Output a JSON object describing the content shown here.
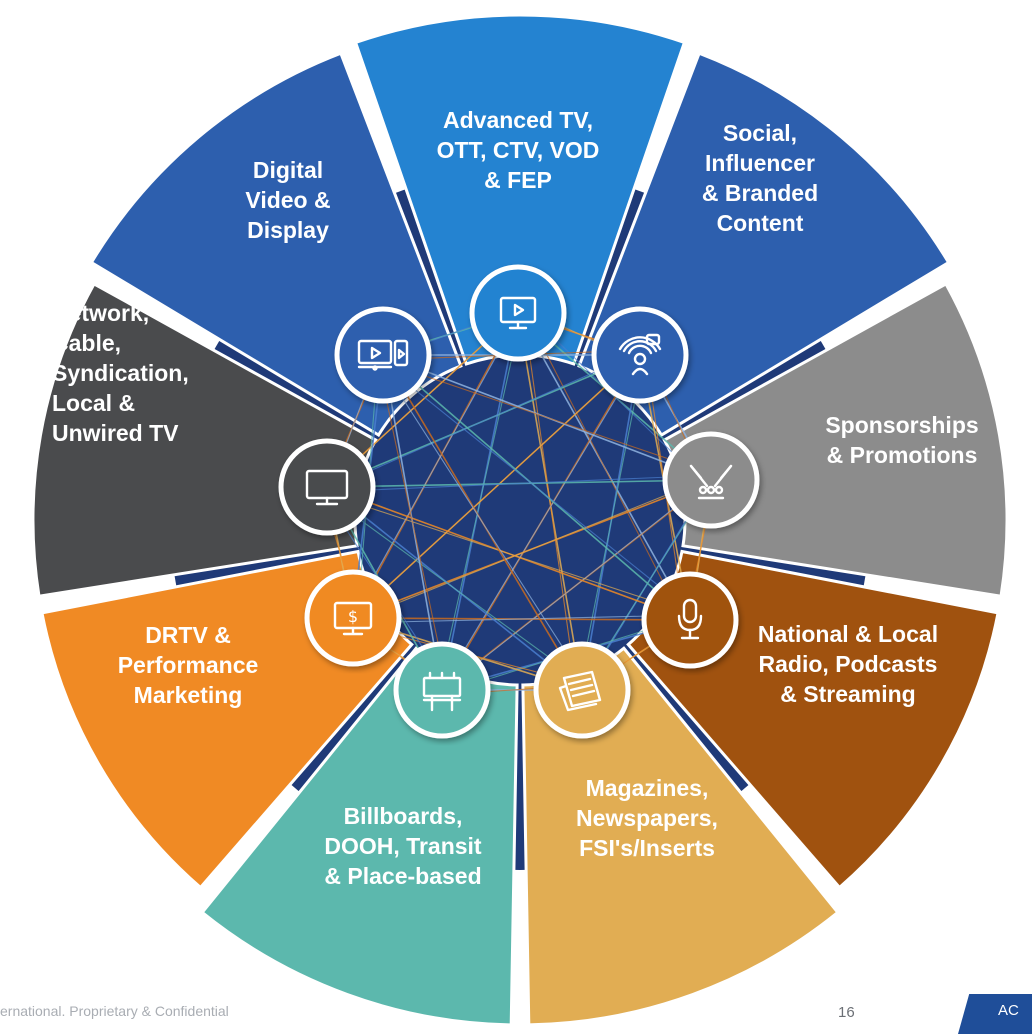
{
  "segments": [
    {
      "id": "advanced-tv",
      "lines": [
        "Advanced TV,",
        "OTT, CTV, VOD",
        "& FEP"
      ],
      "color": "#2483d1",
      "icon": "tv-play-icon"
    },
    {
      "id": "social",
      "lines": [
        "Social,",
        "Influencer",
        "& Branded",
        "Content"
      ],
      "color": "#2d5fae",
      "icon": "social-broadcast-icon"
    },
    {
      "id": "sponsorships",
      "lines": [
        "Sponsorships",
        "& Promotions"
      ],
      "color": "#8c8c8c",
      "icon": "sponsorship-stage-icon"
    },
    {
      "id": "radio",
      "lines": [
        "National & Local",
        "Radio, Podcasts",
        "& Streaming"
      ],
      "color": "#a0520f",
      "icon": "microphone-icon"
    },
    {
      "id": "magazines",
      "lines": [
        "Magazines,",
        "Newspapers,",
        "FSI's/Inserts"
      ],
      "color": "#e1ad53",
      "icon": "newspaper-icon"
    },
    {
      "id": "billboards",
      "lines": [
        "Billboards,",
        "DOOH, Transit",
        "& Place-based"
      ],
      "color": "#5cb8ad",
      "icon": "billboard-icon"
    },
    {
      "id": "drtv",
      "lines": [
        "DRTV &",
        "Performance",
        "Marketing"
      ],
      "color": "#f08a24",
      "icon": "tv-dollar-icon"
    },
    {
      "id": "network-tv",
      "lines": [
        "Network,",
        "Cable,",
        "Syndication,",
        "Local &",
        "Unwired TV"
      ],
      "color": "#4a4b4d",
      "icon": "tv-icon"
    },
    {
      "id": "digital-video",
      "lines": [
        "Digital",
        "Video &",
        "Display"
      ],
      "color": "#2d5fae",
      "icon": "devices-play-icon"
    }
  ],
  "footer": {
    "text": "ernational. Proprietary & Confidential",
    "page_number": "16",
    "corner_tab": "AC"
  }
}
